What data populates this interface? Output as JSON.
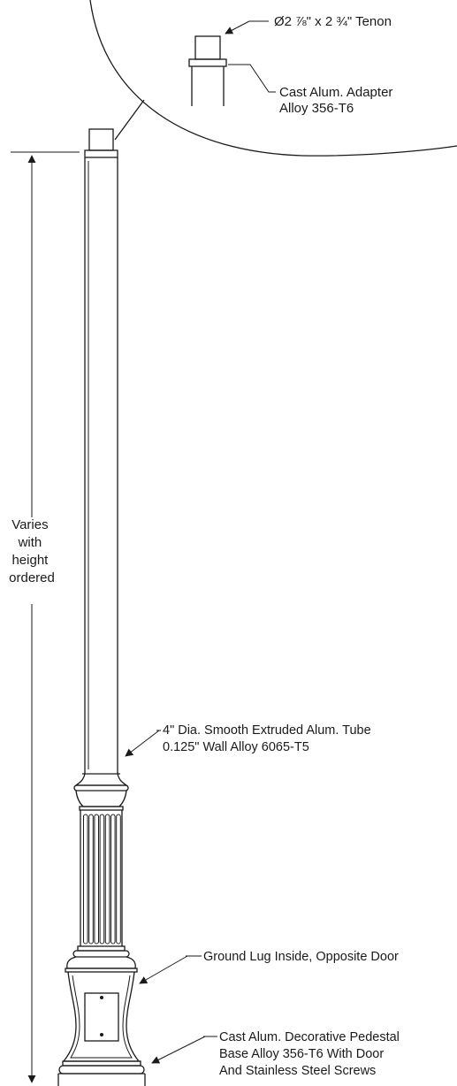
{
  "labels": {
    "tenon": "Ø2 ⅞\" x 2 ¾\" Tenon",
    "adapter": [
      "Cast Alum. Adapter",
      "Alloy 356-T6"
    ],
    "height": [
      "Varies",
      "with",
      "height",
      "ordered"
    ],
    "tube": [
      "4\" Dia. Smooth Extruded Alum. Tube",
      "0.125\" Wall Alloy 6065-T5"
    ],
    "lug": "Ground Lug Inside, Opposite Door",
    "base": [
      "Cast Alum. Decorative Pedestal",
      "Base Alloy 356-T6 With Door",
      "And Stainless Steel Screws"
    ]
  },
  "colors": {
    "line": "#1a1a1a",
    "background": "#ffffff"
  }
}
